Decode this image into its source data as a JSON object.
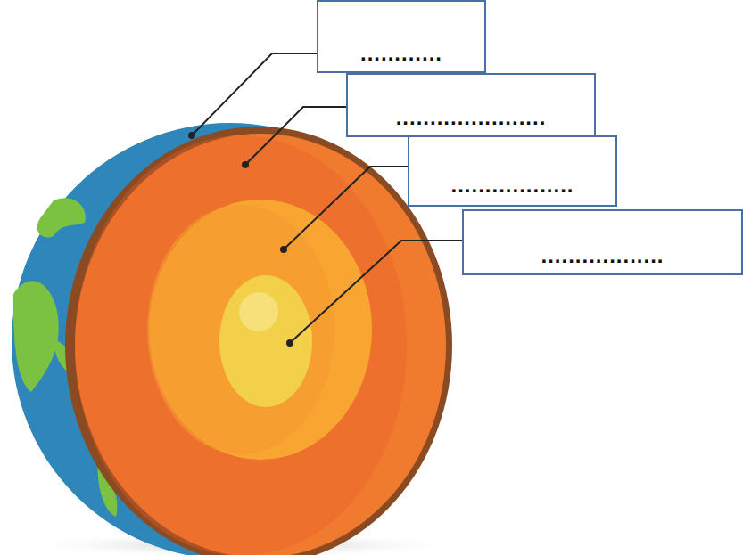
{
  "diagram": {
    "nodes": [
      {
        "text": [
          "............"
        ]
      },
      {
        "text": [
          "......................"
        ]
      },
      {
        "text": [
          ".................."
        ]
      },
      {
        "text": [
          ".................."
        ]
      }
    ]
  }
}
